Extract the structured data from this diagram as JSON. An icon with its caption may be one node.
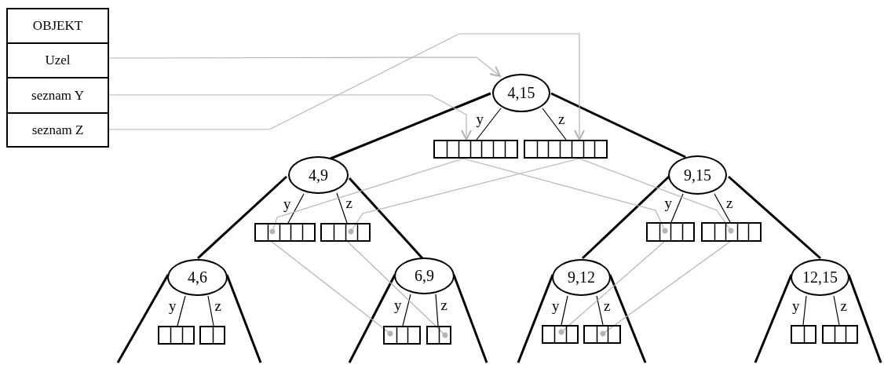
{
  "diagram": {
    "nodes": [
      {
        "text": [
          "OBJEKT"
        ]
      },
      {
        "text": [
          "Uzel"
        ]
      },
      {
        "text": [
          "seznam Y"
        ]
      },
      {
        "text": [
          "seznam Z"
        ]
      },
      {
        "text": [
          "4,15"
        ]
      },
      {
        "text": [
          "4,9"
        ]
      },
      {
        "text": [
          "9,15"
        ]
      },
      {
        "text": [
          "4,6"
        ]
      },
      {
        "text": [
          "6,9"
        ]
      },
      {
        "text": [
          "9,12"
        ]
      },
      {
        "text": [
          "12,15"
        ]
      },
      {
        "text": [],
        "shape": "box"
      },
      {
        "text": [],
        "shape": "box"
      },
      {
        "text": [],
        "shape": "box"
      },
      {
        "text": [],
        "shape": "box"
      },
      {
        "text": [],
        "shape": "box"
      },
      {
        "text": [],
        "shape": "box"
      },
      {
        "text": [],
        "shape": "box"
      },
      {
        "text": [],
        "shape": "box"
      },
      {
        "text": [],
        "shape": "box"
      },
      {
        "text": [],
        "shape": "box"
      },
      {
        "text": [],
        "shape": "box"
      },
      {
        "text": [],
        "shape": "box"
      },
      {
        "text": [],
        "shape": "box"
      },
      {
        "text": [],
        "shape": "box"
      }
    ],
    "edges": [
      {
        "from": 4,
        "to": 5,
        "arrow": "none",
        "style": "thick"
      },
      {
        "from": 4,
        "to": 6,
        "arrow": "none",
        "style": "thick"
      },
      {
        "from": 5,
        "to": 7,
        "arrow": "none",
        "style": "thick"
      },
      {
        "from": 5,
        "to": 8,
        "arrow": "none",
        "style": "thick"
      },
      {
        "from": 6,
        "to": 9,
        "arrow": "none",
        "style": "thick"
      },
      {
        "from": 6,
        "to": 10,
        "arrow": "none",
        "style": "thick"
      },
      {
        "from": 4,
        "to": 11,
        "arrow": "none",
        "label": "y"
      },
      {
        "from": 4,
        "to": 12,
        "arrow": "none",
        "label": "z"
      },
      {
        "from": 5,
        "to": 13,
        "arrow": "none",
        "label": "y"
      },
      {
        "from": 5,
        "to": 14,
        "arrow": "none",
        "label": "z"
      },
      {
        "from": 6,
        "to": 15,
        "arrow": "none",
        "label": "y"
      },
      {
        "from": 6,
        "to": 16,
        "arrow": "none",
        "label": "z"
      },
      {
        "from": 7,
        "to": 17,
        "arrow": "none",
        "label": "y"
      },
      {
        "from": 7,
        "to": 18,
        "arrow": "none",
        "label": "z"
      },
      {
        "from": 8,
        "to": 19,
        "arrow": "none",
        "label": "y"
      },
      {
        "from": 8,
        "to": 20,
        "arrow": "none",
        "label": "z"
      },
      {
        "from": 9,
        "to": 21,
        "arrow": "none",
        "label": "y"
      },
      {
        "from": 9,
        "to": 22,
        "arrow": "none",
        "label": "z"
      },
      {
        "from": 10,
        "to": 23,
        "arrow": "none",
        "label": "y"
      },
      {
        "from": 10,
        "to": 24,
        "arrow": "none",
        "label": "z"
      },
      {
        "from": 7,
        "to": null,
        "arrow": "none",
        "style": "thick"
      },
      {
        "from": 7,
        "to": null,
        "arrow": "none",
        "style": "thick"
      },
      {
        "from": 8,
        "to": null,
        "arrow": "none",
        "style": "thick"
      },
      {
        "from": 8,
        "to": null,
        "arrow": "none",
        "style": "thick"
      },
      {
        "from": 9,
        "to": null,
        "arrow": "none",
        "style": "thick"
      },
      {
        "from": 9,
        "to": null,
        "arrow": "none",
        "style": "thick"
      },
      {
        "from": 10,
        "to": null,
        "arrow": "none",
        "style": "thick"
      },
      {
        "from": 10,
        "to": null,
        "arrow": "none",
        "style": "thick"
      },
      {
        "from": 1,
        "to": 4,
        "arrow": "to",
        "color": "#b4b4b4"
      },
      {
        "from": 2,
        "to": 11,
        "arrow": "to",
        "color": "#b4b4b4"
      },
      {
        "from": 3,
        "to": 12,
        "arrow": "to",
        "color": "#b4b4b4"
      },
      {
        "from": 11,
        "to": 13,
        "arrow": "other",
        "color": "#b4b4b4"
      },
      {
        "from": 11,
        "to": 15,
        "arrow": "other",
        "color": "#b4b4b4"
      },
      {
        "from": 12,
        "to": 14,
        "arrow": "other",
        "color": "#b4b4b4"
      },
      {
        "from": 12,
        "to": 16,
        "arrow": "other",
        "color": "#b4b4b4"
      },
      {
        "from": 13,
        "to": 19,
        "arrow": "other",
        "color": "#b4b4b4"
      },
      {
        "from": 14,
        "to": 20,
        "arrow": "other",
        "color": "#b4b4b4"
      },
      {
        "from": 15,
        "to": 21,
        "arrow": "other",
        "color": "#b4b4b4"
      },
      {
        "from": 16,
        "to": 22,
        "arrow": "other",
        "color": "#b4b4b4"
      }
    ]
  }
}
